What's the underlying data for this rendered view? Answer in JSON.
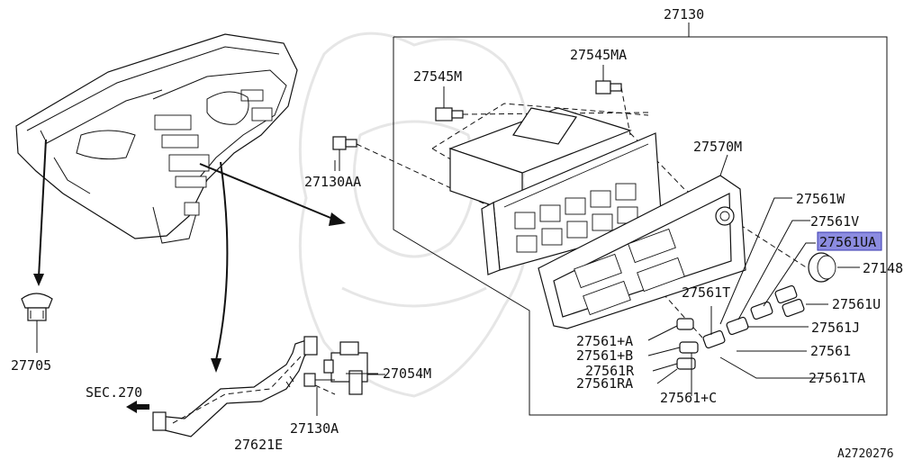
{
  "diagram": {
    "callouts": {
      "c27130": "27130",
      "c27545M": "27545M",
      "c27545MA": "27545MA",
      "c27130AA": "27130AA",
      "c27570M": "27570M",
      "c27561W": "27561W",
      "c27561V": "27561V",
      "c27561UA": "27561UA",
      "c27148": "27148",
      "c27561T": "27561T",
      "c27561U": "27561U",
      "c27561J": "27561J",
      "c27561": "27561",
      "c27561TA": "27561TA",
      "c27561A": "27561+A",
      "c27561B": "27561+B",
      "c27561R": "27561R",
      "c27561RA": "27561RA",
      "c27561C": "27561+C",
      "c27705": "27705",
      "c27054M": "27054M",
      "c27130A": "27130A",
      "c27621E": "27621E",
      "sec270": "SEC.270"
    },
    "diagram_code": "A2720276",
    "highlight_color": "#8c8ce0"
  }
}
